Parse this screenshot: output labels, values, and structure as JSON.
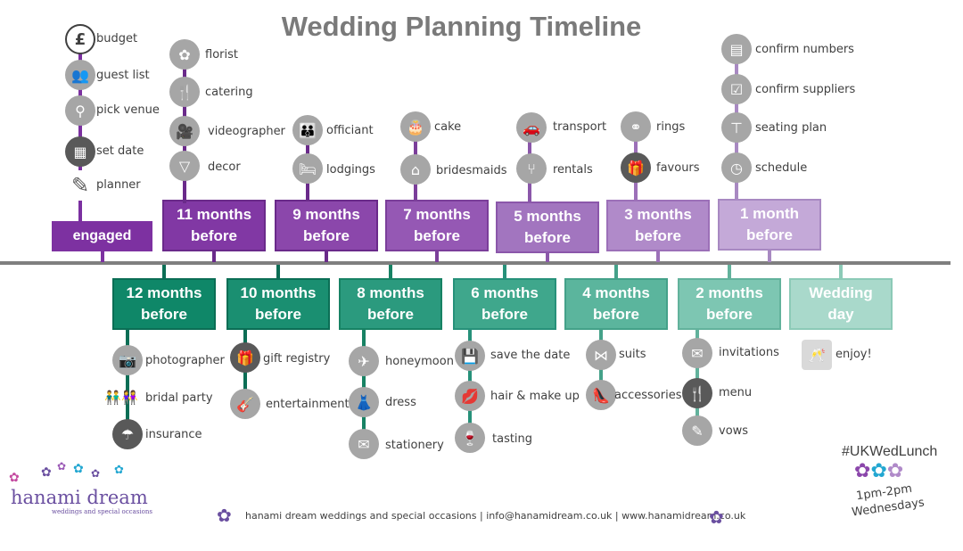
{
  "title": "Wedding Planning Timeline",
  "colors": {
    "axis": "#7f7f7f",
    "icon_grey": "#a6a6a6",
    "icon_dark": "#595959",
    "purple_engaged": "#7b30a0",
    "teal_12": "#0f8768"
  },
  "stages_top": [
    {
      "name": "engaged",
      "label": "engaged",
      "fill": "#7d31a1",
      "border": "#7d31a1",
      "text": "#ffffff"
    },
    {
      "name": "11-months",
      "label": "11 months before",
      "fill": "#8138a4",
      "border": "#6a2a8a",
      "text": "#ffffff"
    },
    {
      "name": "9-months",
      "label": "9 months before",
      "fill": "#8b47ab",
      "border": "#6a2a8a",
      "text": "#ffffff"
    },
    {
      "name": "7-months",
      "label": "7 months before",
      "fill": "#9558b4",
      "border": "#7b3e9a",
      "text": "#ffffff"
    },
    {
      "name": "5-months",
      "label": "5 months before",
      "fill": "#a275bf",
      "border": "#8b57aa",
      "text": "#ffffff"
    },
    {
      "name": "3-months",
      "label": "3 months before",
      "fill": "#b08ac9",
      "border": "#9c70b8",
      "text": "#ffffff"
    },
    {
      "name": "1-month",
      "label": "1 month before",
      "fill": "#c4a9d8",
      "border": "#a889c2",
      "text": "#ffffff"
    }
  ],
  "stages_bottom": [
    {
      "name": "12-months",
      "label": "12 months before",
      "fill": "#0f8768",
      "border": "#0b6e55",
      "text": "#ffffff"
    },
    {
      "name": "10-months",
      "label": "10 months before",
      "fill": "#1a8f71",
      "border": "#0b6e55",
      "text": "#ffffff"
    },
    {
      "name": "8-months",
      "label": "8 months before",
      "fill": "#2b9a7e",
      "border": "#178264",
      "text": "#ffffff"
    },
    {
      "name": "6-months",
      "label": "6 months before",
      "fill": "#3fa78c",
      "border": "#27917a",
      "text": "#ffffff"
    },
    {
      "name": "4-months",
      "label": "4 months before",
      "fill": "#5bb59d",
      "border": "#44a189",
      "text": "#ffffff"
    },
    {
      "name": "2-months",
      "label": "2 months before",
      "fill": "#7dc6b2",
      "border": "#62b29c",
      "text": "#ffffff"
    },
    {
      "name": "wedding-day",
      "label": "Wedding day",
      "fill": "#a9d9cb",
      "border": "#8ccab7",
      "text": "#ffffff"
    }
  ],
  "tasks": [
    {
      "label": "budget",
      "icon": "pound-icon",
      "glyph": "£",
      "style": "outline"
    },
    {
      "label": "guest list",
      "icon": "people-icon",
      "glyph": "👥",
      "style": "grey"
    },
    {
      "label": "pick venue",
      "icon": "map-pin-icon",
      "glyph": "⚲",
      "style": "grey"
    },
    {
      "label": "set date",
      "icon": "calendar-icon",
      "glyph": "▦",
      "style": "dark"
    },
    {
      "label": "planner",
      "icon": "notepad-icon",
      "glyph": "✎",
      "style": "square"
    },
    {
      "label": "florist",
      "icon": "flowers-icon",
      "glyph": "✿",
      "style": "grey"
    },
    {
      "label": "catering",
      "icon": "cutlery-icon",
      "glyph": "🍴",
      "style": "grey"
    },
    {
      "label": "videographer",
      "icon": "video-camera-icon",
      "glyph": "🎥",
      "style": "grey"
    },
    {
      "label": "decor",
      "icon": "bunting-icon",
      "glyph": "▽",
      "style": "grey"
    },
    {
      "label": "officiant",
      "icon": "couple-icon",
      "glyph": "👪",
      "style": "grey"
    },
    {
      "label": "lodgings",
      "icon": "bed-icon",
      "glyph": "🛏",
      "style": "grey"
    },
    {
      "label": "cake",
      "icon": "cake-icon",
      "glyph": "🎂",
      "style": "grey"
    },
    {
      "label": "bridesmaids",
      "icon": "hanger-icon",
      "glyph": "⌂",
      "style": "grey"
    },
    {
      "label": "transport",
      "icon": "car-icon",
      "glyph": "🚗",
      "style": "grey"
    },
    {
      "label": "rentals",
      "icon": "chair-icon",
      "glyph": "⑂",
      "style": "grey"
    },
    {
      "label": "rings",
      "icon": "rings-icon",
      "glyph": "⚭",
      "style": "grey"
    },
    {
      "label": "favours",
      "icon": "gift-icon",
      "glyph": "🎁",
      "style": "dark"
    },
    {
      "label": "confirm numbers",
      "icon": "calculator-icon",
      "glyph": "▤",
      "style": "grey"
    },
    {
      "label": "confirm suppliers",
      "icon": "clipboard-icon",
      "glyph": "☑",
      "style": "grey"
    },
    {
      "label": "seating plan",
      "icon": "table-icon",
      "glyph": "⊤",
      "style": "grey"
    },
    {
      "label": "schedule",
      "icon": "schedule-icon",
      "glyph": "◷",
      "style": "grey"
    },
    {
      "label": "photographer",
      "icon": "camera-icon",
      "glyph": "📷",
      "style": "grey"
    },
    {
      "label": "bridal party",
      "icon": "bridal-party-icon",
      "glyph": "👬👭",
      "style": "plain"
    },
    {
      "label": "insurance",
      "icon": "umbrella-icon",
      "glyph": "☂",
      "style": "dark"
    },
    {
      "label": "gift registry",
      "icon": "gift-icon",
      "glyph": "🎁",
      "style": "dark"
    },
    {
      "label": "entertainment",
      "icon": "guitar-icon",
      "glyph": "🎸",
      "style": "grey"
    },
    {
      "label": "honeymoon",
      "icon": "plane-icon",
      "glyph": "✈",
      "style": "grey"
    },
    {
      "label": "dress",
      "icon": "dress-icon",
      "glyph": "👗",
      "style": "grey"
    },
    {
      "label": "stationery",
      "icon": "envelope-icon",
      "glyph": "✉",
      "style": "grey"
    },
    {
      "label": "save the date",
      "icon": "floppy-disk-icon",
      "glyph": "💾",
      "style": "grey"
    },
    {
      "label": "hair & make up",
      "icon": "lips-icon",
      "glyph": "💋",
      "style": "grey"
    },
    {
      "label": "tasting",
      "icon": "wine-glass-icon",
      "glyph": "🍷",
      "style": "grey"
    },
    {
      "label": "suits",
      "icon": "bow-tie-icon",
      "glyph": "⋈",
      "style": "grey"
    },
    {
      "label": "accessories",
      "icon": "heel-shoe-icon",
      "glyph": "👠",
      "style": "grey"
    },
    {
      "label": "invitations",
      "icon": "envelope-icon",
      "glyph": "✉",
      "style": "grey"
    },
    {
      "label": "menu",
      "icon": "cutlery-icon",
      "glyph": "🍴",
      "style": "dark"
    },
    {
      "label": "vows",
      "icon": "pen-icon",
      "glyph": "✎",
      "style": "grey"
    },
    {
      "label": "enjoy!",
      "icon": "champagne-icon",
      "glyph": "🥂",
      "style": "square-light"
    }
  ],
  "footer": "hanami dream weddings and special occasions | info@hanamidream.co.uk | www.hanamidream.co.uk",
  "logo": {
    "name": "hanami dream",
    "tagline": "weddings and special occasions"
  },
  "hashtag": "#UKWedLunch",
  "time_line1": "1pm-2pm",
  "time_line2": "Wednesdays"
}
